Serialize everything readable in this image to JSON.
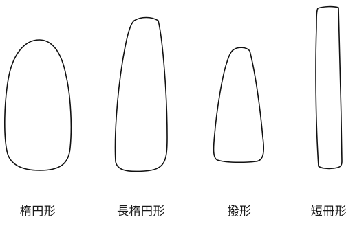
{
  "shapes": [
    {
      "id": "elliptical",
      "label": "楕円形"
    },
    {
      "id": "long-elliptical",
      "label": "長楕円形"
    },
    {
      "id": "plectrum",
      "label": "撥形"
    },
    {
      "id": "strip",
      "label": "短冊形"
    }
  ]
}
